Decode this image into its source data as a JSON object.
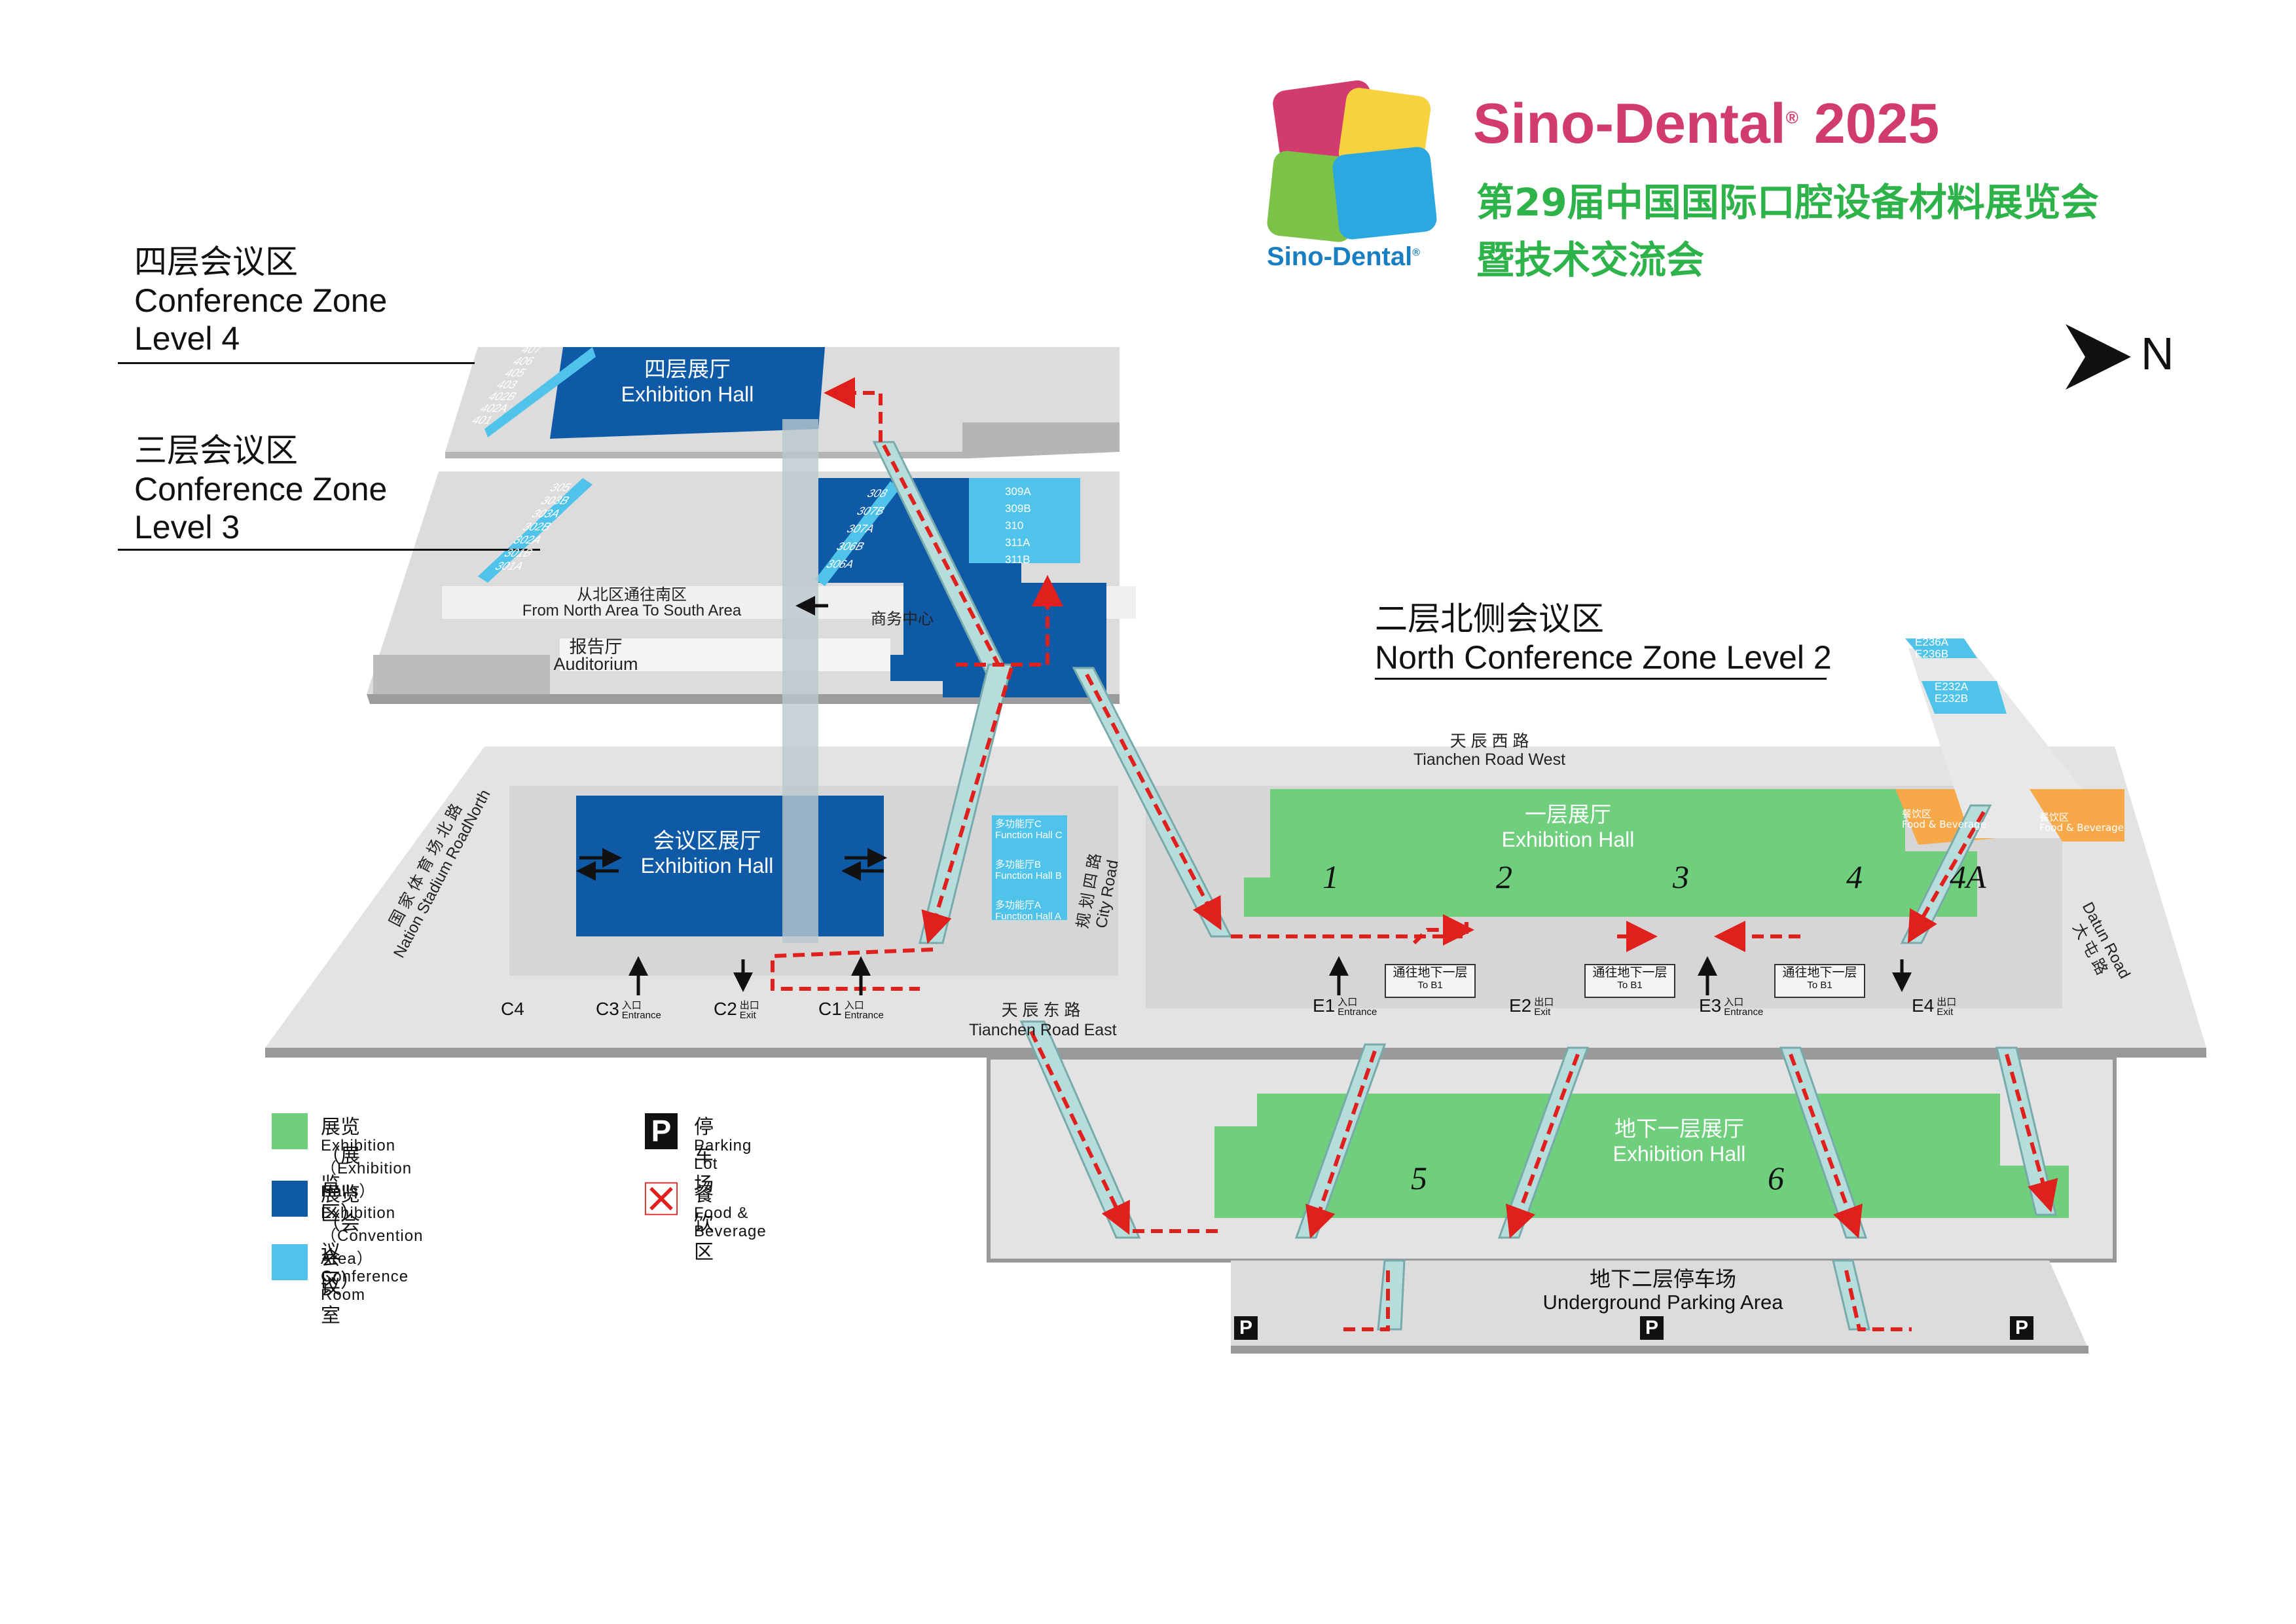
{
  "logo": {
    "brand": "Sino-Dental",
    "title_brand": "Sino-Dental",
    "title_year": "2025",
    "subtitle_line1": "第29届中国国际口腔设备材料展览会",
    "subtitle_line2": "暨技术交流会",
    "mark_caption": "Sino-Dental"
  },
  "north": {
    "label": "N"
  },
  "zones": {
    "level4": {
      "zh": "四层会议区",
      "en1": "Conference Zone",
      "en2": "Level 4"
    },
    "level3": {
      "zh": "三层会议区",
      "en1": "Conference Zone",
      "en2": "Level 3"
    },
    "north_l2": {
      "zh": "二层北侧会议区",
      "en": "North Conference Zone Level 2"
    }
  },
  "halls": {
    "l4": {
      "zh": "四层展厅",
      "en": "Exhibition Hall"
    },
    "conv": {
      "zh": "会议区展厅",
      "en": "Exhibition Hall"
    },
    "l1": {
      "zh": "一层展厅",
      "en": "Exhibition Hall"
    },
    "b1": {
      "zh": "地下一层展厅",
      "en": "Exhibition Hall"
    },
    "b2": {
      "zh": "地下二层停车场",
      "en": "Underground Parking Area"
    }
  },
  "rooms": {
    "l4": [
      "407",
      "406",
      "405",
      "403",
      "402B",
      "402A",
      "401"
    ],
    "l3_left": [
      "305",
      "303B",
      "303A",
      "302B",
      "302A",
      "301B",
      "301A"
    ],
    "l3_mid": [
      "308",
      "307B",
      "307A",
      "306B",
      "306A"
    ],
    "l3_right": [
      "309A",
      "309B",
      "310",
      "311A",
      "311B"
    ],
    "north": [
      "E236A",
      "E236B",
      "E232A",
      "E232B"
    ],
    "function_halls": [
      {
        "zh": "多功能厅C",
        "en": "Function Hall C"
      },
      {
        "zh": "多功能厅B",
        "en": "Function Hall B"
      },
      {
        "zh": "多功能厅A",
        "en": "Function Hall A"
      }
    ]
  },
  "labels": {
    "from_north_zh": "从北区通往南区",
    "from_north_en": "From North Area To South Area",
    "business_center": "商务中心",
    "auditorium_zh": "报告厅",
    "auditorium_en": "Auditorium",
    "food_zh": "餐饮区",
    "food_en": "Food & Beverage"
  },
  "roads": {
    "west_zh": "天 辰 西 路",
    "west_en": "Tianchen Road West",
    "east_zh": "天 辰 东 路",
    "east_en": "Tianchen Road East",
    "north_stadium_zh": "国 家 体 育 场 北 路",
    "north_stadium_en": "Nation Stadium RoadNorth",
    "city_road_zh": "规 划 四 路",
    "city_road_en": "City Road",
    "datun_zh": "大 屯 路",
    "datun_en": "Datun Road"
  },
  "hall_numbers": [
    "1",
    "2",
    "3",
    "4",
    "4A",
    "5",
    "6"
  ],
  "gates": [
    {
      "code": "C4",
      "zh": "",
      "en": ""
    },
    {
      "code": "C3",
      "zh": "入口",
      "en": "Entrance"
    },
    {
      "code": "C2",
      "zh": "出口",
      "en": "Exit"
    },
    {
      "code": "C1",
      "zh": "入口",
      "en": "Entrance"
    },
    {
      "code": "E1",
      "zh": "入口",
      "en": "Entrance"
    },
    {
      "code": "E2",
      "zh": "出口",
      "en": "Exit"
    },
    {
      "code": "E3",
      "zh": "入口",
      "en": "Entrance"
    },
    {
      "code": "E4",
      "zh": "出口",
      "en": "Exit"
    }
  ],
  "to_b1": {
    "zh": "通往地下一层",
    "en": "To B1"
  },
  "parking_symbol": "P",
  "legend": [
    {
      "zh": "展览（展览区）",
      "en": "Exhibition（Exhibition Halls）",
      "color": "#6fcf7d"
    },
    {
      "zh": "展览（会议区）",
      "en": "Exhibition（Convention Area）",
      "color": "#0e5aa7"
    },
    {
      "zh": "会议室",
      "en": "Conference Room",
      "color": "#4fc3ea"
    },
    {
      "zh": "停车场",
      "en": "Parking Lot",
      "symbol": "P"
    },
    {
      "zh": "餐饮区",
      "en": "Food & Beverage",
      "symbol": "food"
    }
  ],
  "colors": {
    "exhibition": "#6fcf7d",
    "convention": "#0e5aa7",
    "conference_room": "#4fc3ea",
    "food": "#f7a94a",
    "floor": "#dcdcdc",
    "route": "#e0201c"
  }
}
